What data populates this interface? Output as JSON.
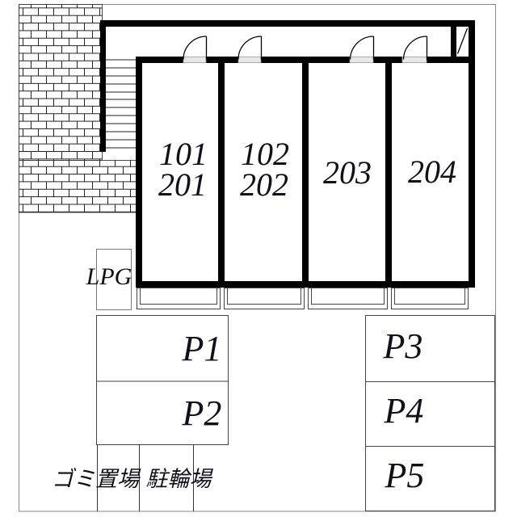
{
  "building": {
    "units": [
      [
        "101",
        "201"
      ],
      [
        "102",
        "202"
      ],
      [
        "203"
      ],
      [
        "204"
      ]
    ]
  },
  "facilities": {
    "lpg": "LPG",
    "garbage": "ゴミ置場",
    "bicycle": "駐輪場"
  },
  "parking": [
    "P1",
    "P2",
    "P3",
    "P4",
    "P5"
  ],
  "colors": {
    "wall": "#000000",
    "thin_line": "#333333",
    "balcony_line": "#444444",
    "lpg_box_line": "#777777",
    "page_border": "#8a8a8a",
    "text": "#101018",
    "door_threshold": "#e8e8e8"
  }
}
